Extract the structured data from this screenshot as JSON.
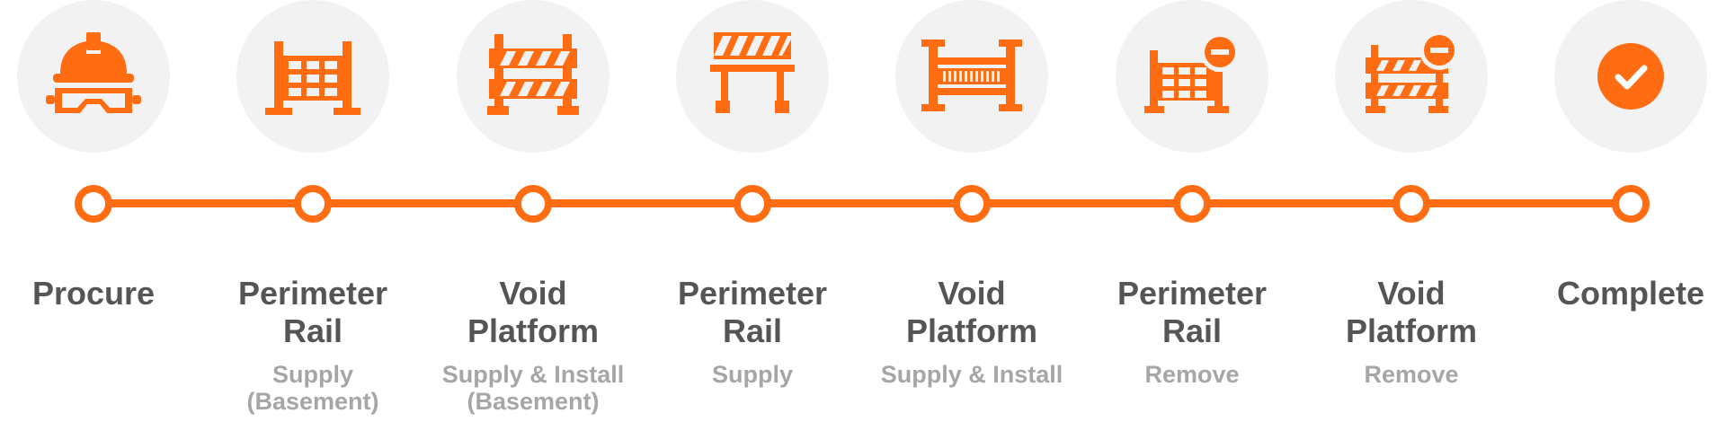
{
  "colors": {
    "accent": "#ff6c11",
    "icon_bg": "#f2f2f2",
    "title": "#555555",
    "subtitle": "#a6a6a6"
  },
  "steps": [
    {
      "icon": "hard-hat-goggles-icon",
      "title_line1": "Procure",
      "title_line2": "",
      "sub_line1": "",
      "sub_line2": ""
    },
    {
      "icon": "perimeter-rail-icon",
      "title_line1": "Perimeter",
      "title_line2": "Rail",
      "sub_line1": "Supply",
      "sub_line2": "(Basement)"
    },
    {
      "icon": "void-platform-barrier-icon",
      "title_line1": "Void",
      "title_line2": "Platform",
      "sub_line1": "Supply & Install",
      "sub_line2": "(Basement)"
    },
    {
      "icon": "striped-barricade-icon",
      "title_line1": "Perimeter",
      "title_line2": "Rail",
      "sub_line1": "Supply",
      "sub_line2": ""
    },
    {
      "icon": "platform-rail-icon",
      "title_line1": "Void",
      "title_line2": "Platform",
      "sub_line1": "Supply & Install",
      "sub_line2": ""
    },
    {
      "icon": "perimeter-rail-remove-icon",
      "title_line1": "Perimeter",
      "title_line2": "Rail",
      "sub_line1": "Remove",
      "sub_line2": ""
    },
    {
      "icon": "void-platform-remove-icon",
      "title_line1": "Void",
      "title_line2": "Platform",
      "sub_line1": "Remove",
      "sub_line2": ""
    },
    {
      "icon": "check-circle-icon",
      "title_line1": "Complete",
      "title_line2": "",
      "sub_line1": "",
      "sub_line2": ""
    }
  ]
}
